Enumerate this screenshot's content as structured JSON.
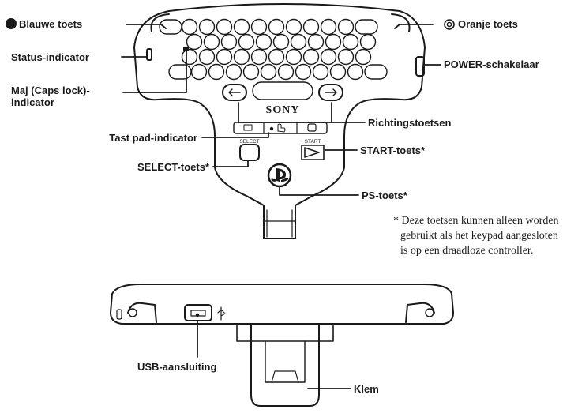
{
  "labels": {
    "blue_key": "Blauwe toets",
    "orange_key": "Oranje toets",
    "status_indicator": "Status-indicator",
    "power_switch": "POWER-schakelaar",
    "caps_indicator_line1": "Maj (Caps lock)-",
    "caps_indicator_line2": "indicator",
    "arrow_keys": "Richtingstoetsen",
    "touchpad_indicator": "Tast pad-indicator",
    "start_key": "START-toets*",
    "select_key": "SELECT-toets*",
    "ps_key": "PS-toets*",
    "usb_port": "USB-aansluiting",
    "clip": "Klem"
  },
  "device": {
    "brand": "SONY",
    "select_text": "SELECT",
    "start_text": "START"
  },
  "note": {
    "line1": "* Deze toetsen kunnen alleen worden",
    "line2": "gebruikt als het keypad aangesloten",
    "line3": "is op een draadloze controller."
  },
  "icons": {
    "blue_key_marker": "filled-circle-icon",
    "orange_key_marker": "double-circle-icon",
    "usb_symbol": "usb-icon",
    "ps_logo": "playstation-logo-icon"
  }
}
